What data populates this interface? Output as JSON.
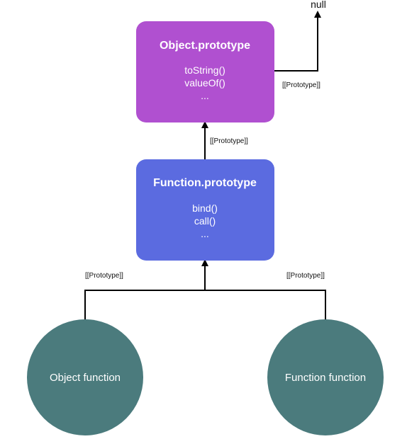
{
  "colors": {
    "object_prototype_box": "#b050d0",
    "function_prototype_box": "#5b6be0",
    "function_nodes": "#4b7b7d",
    "edges": "#000000"
  },
  "object_prototype": {
    "title": "Object.prototype",
    "members": [
      "toString()",
      "valueOf()",
      "..."
    ]
  },
  "function_prototype": {
    "title": "Function.prototype",
    "members": [
      "bind()",
      "call()",
      "..."
    ]
  },
  "null_node": {
    "label": "null"
  },
  "object_function": {
    "label": "Object function"
  },
  "function_function": {
    "label": "Function function"
  },
  "edges": {
    "object_prototype_to_null": "[[Prototype]]",
    "function_prototype_to_object_prototype": "[[Prototype]]",
    "object_function_to_function_prototype": "[[Prototype]]",
    "function_function_to_function_prototype": "[[Prototype]]"
  }
}
